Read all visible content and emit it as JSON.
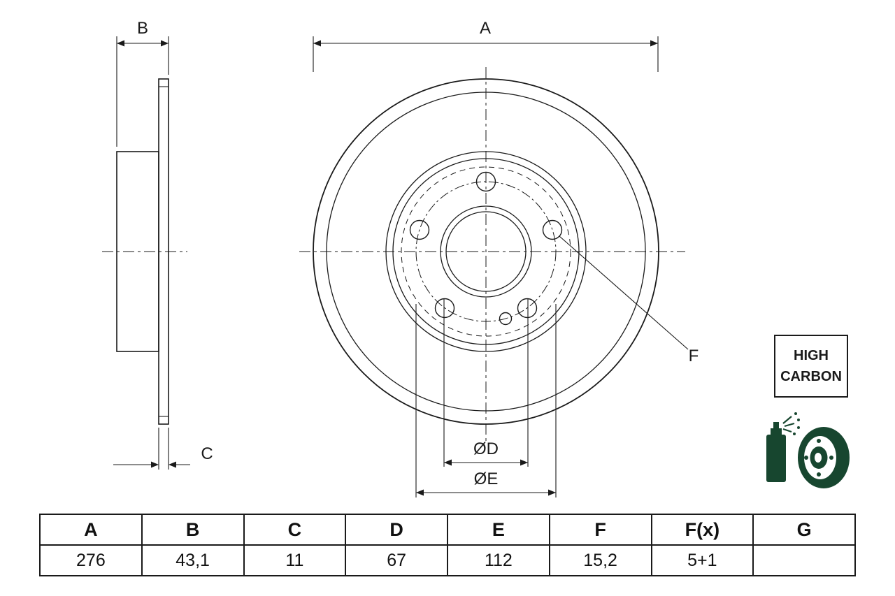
{
  "page": {
    "background": "#ffffff"
  },
  "drawing": {
    "labels": {
      "dim_a": "A",
      "dim_b": "B",
      "dim_c": "C",
      "dim_d": "ØD",
      "dim_e": "ØE",
      "dim_f": "F"
    },
    "badge": {
      "line1": "HIGH",
      "line2": "CARBON"
    },
    "icon": "spray-can-brake-disc-icon",
    "colors": {
      "line": "#1a1a1a",
      "icon_green": "#17462f"
    }
  },
  "table": {
    "headers": [
      "A",
      "B",
      "C",
      "D",
      "E",
      "F",
      "F(x)",
      "G"
    ],
    "values": [
      "276",
      "43,1",
      "11",
      "67",
      "112",
      "15,2",
      "5+1",
      ""
    ]
  }
}
